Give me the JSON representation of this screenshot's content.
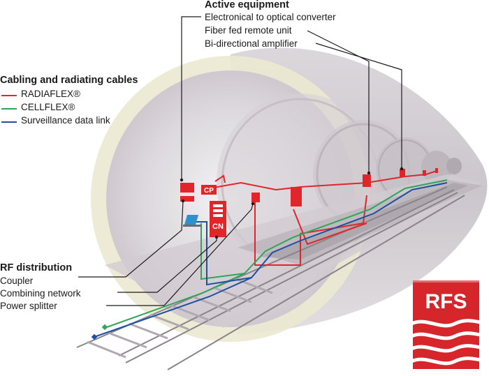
{
  "active_equipment": {
    "title": "Active equipment",
    "items": [
      "Electronical to optical converter",
      "Fiber fed remote unit",
      "Bi-directional amplifier"
    ]
  },
  "cabling": {
    "title": "Cabling and radiating cables",
    "items": [
      {
        "label": "RADIAFLEX®",
        "color": "#e0262b"
      },
      {
        "label": "CELLFLEX®",
        "color": "#2fa55a"
      },
      {
        "label": "Surveillance data link",
        "color": "#1f4fa3"
      }
    ]
  },
  "rf_distribution": {
    "title": "RF distribution",
    "items": [
      "Coupler",
      "Combining network",
      "Power splitter"
    ]
  },
  "equipment_tags": {
    "coupler": "CP",
    "combining_network": "CN"
  },
  "logo": {
    "text": "RFS",
    "color": "#d7262b"
  }
}
